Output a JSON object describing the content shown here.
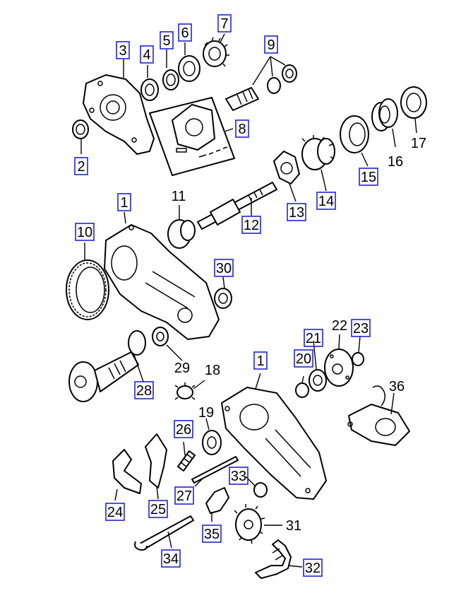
{
  "colors": {
    "callout_box": "#1f24d6",
    "ink": "#000000",
    "background": "#ffffff"
  },
  "callouts": [
    {
      "id": "c1a",
      "label": "1",
      "boxed": true
    },
    {
      "id": "c1b",
      "label": "1",
      "boxed": true
    },
    {
      "id": "c2",
      "label": "2",
      "boxed": true
    },
    {
      "id": "c3",
      "label": "3",
      "boxed": true
    },
    {
      "id": "c4",
      "label": "4",
      "boxed": true
    },
    {
      "id": "c5",
      "label": "5",
      "boxed": true
    },
    {
      "id": "c6",
      "label": "6",
      "boxed": true
    },
    {
      "id": "c7",
      "label": "7",
      "boxed": true
    },
    {
      "id": "c8",
      "label": "8",
      "boxed": true
    },
    {
      "id": "c9",
      "label": "9",
      "boxed": true
    },
    {
      "id": "c10",
      "label": "10",
      "boxed": true
    },
    {
      "id": "c11",
      "label": "11",
      "boxed": false
    },
    {
      "id": "c12",
      "label": "12",
      "boxed": true
    },
    {
      "id": "c13",
      "label": "13",
      "boxed": true
    },
    {
      "id": "c14",
      "label": "14",
      "boxed": true
    },
    {
      "id": "c15",
      "label": "15",
      "boxed": true
    },
    {
      "id": "c16",
      "label": "16",
      "boxed": false
    },
    {
      "id": "c17",
      "label": "17",
      "boxed": false
    },
    {
      "id": "c18",
      "label": "18",
      "boxed": false
    },
    {
      "id": "c19",
      "label": "19",
      "boxed": false
    },
    {
      "id": "c20",
      "label": "20",
      "boxed": true
    },
    {
      "id": "c21",
      "label": "21",
      "boxed": true
    },
    {
      "id": "c22",
      "label": "22",
      "boxed": false
    },
    {
      "id": "c23",
      "label": "23",
      "boxed": true
    },
    {
      "id": "c24",
      "label": "24",
      "boxed": true
    },
    {
      "id": "c25",
      "label": "25",
      "boxed": true
    },
    {
      "id": "c26",
      "label": "26",
      "boxed": true
    },
    {
      "id": "c27",
      "label": "27",
      "boxed": true
    },
    {
      "id": "c28",
      "label": "28",
      "boxed": true
    },
    {
      "id": "c29",
      "label": "29",
      "boxed": false
    },
    {
      "id": "c30",
      "label": "30",
      "boxed": true
    },
    {
      "id": "c31",
      "label": "31",
      "boxed": false
    },
    {
      "id": "c32",
      "label": "32",
      "boxed": true
    },
    {
      "id": "c33",
      "label": "33",
      "boxed": true
    },
    {
      "id": "c34",
      "label": "34",
      "boxed": true
    },
    {
      "id": "c35",
      "label": "35",
      "boxed": true
    },
    {
      "id": "c36",
      "label": "36",
      "boxed": false
    }
  ]
}
